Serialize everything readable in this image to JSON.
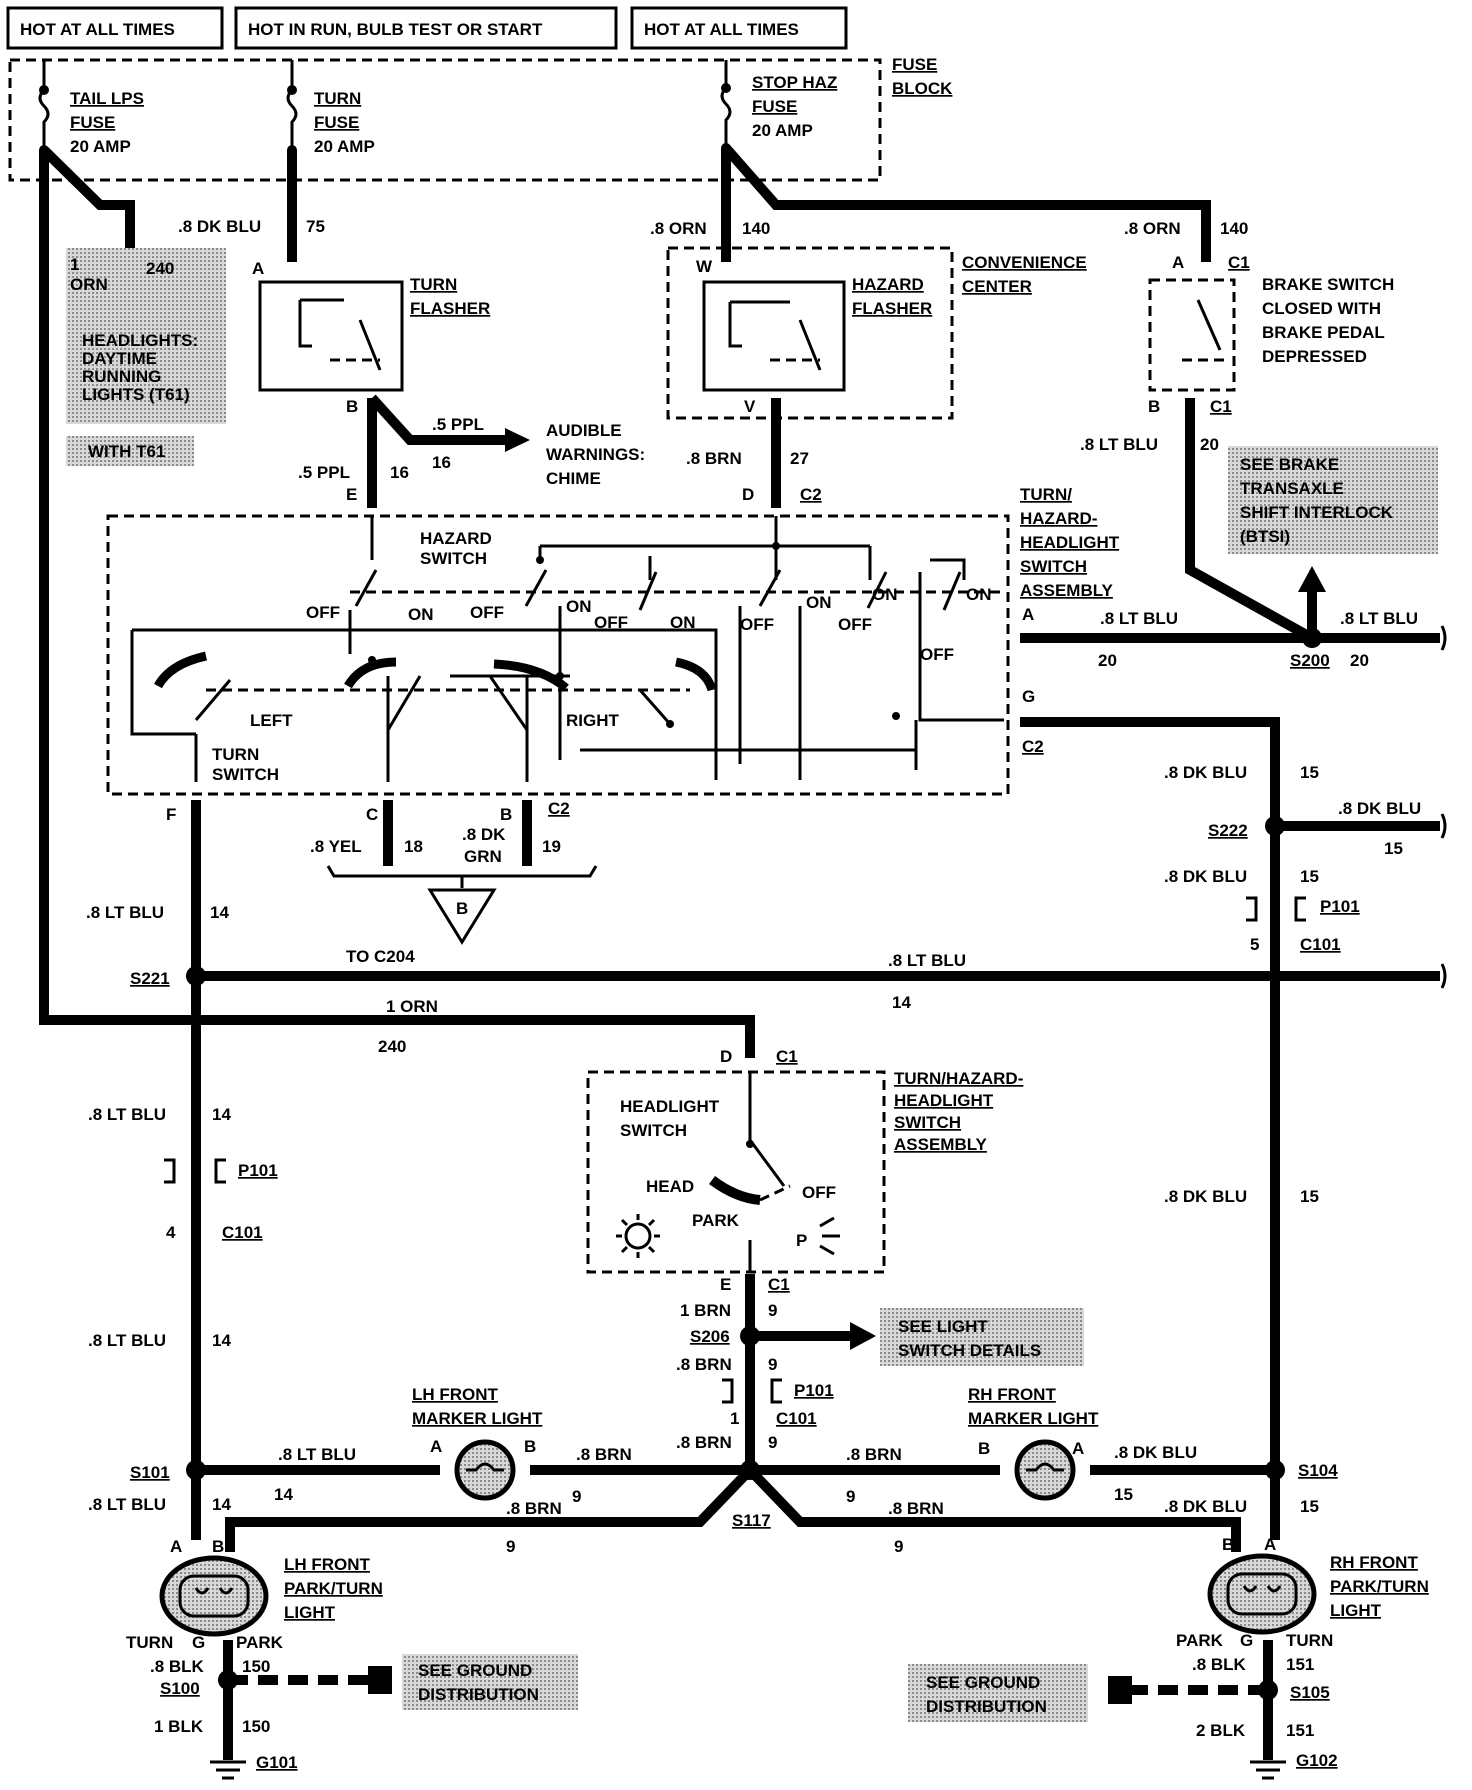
{
  "headers": [
    "HOT AT ALL TIMES",
    "HOT IN RUN, BULB TEST OR START",
    "HOT AT ALL TIMES"
  ],
  "fuse_block": {
    "label": [
      "FUSE",
      "BLOCK"
    ],
    "fuses": [
      {
        "name": "TAIL LPS",
        "line2": "FUSE",
        "line3": "20 AMP"
      },
      {
        "name": "TURN",
        "line2": "FUSE",
        "line3": "20 AMP"
      },
      {
        "name": "STOP HAZ",
        "line2": "FUSE",
        "line3": "20 AMP"
      }
    ]
  },
  "wires": {
    "w75": {
      "color": ".8 DK BLU",
      "circuit": "75"
    },
    "w140a": {
      "color": ".8 ORN",
      "circuit": "140"
    },
    "w140b": {
      "color": ".8 ORN",
      "circuit": "140"
    },
    "w240": {
      "gauge": "1",
      "color": "ORN",
      "circuit": "240"
    },
    "w16a": {
      "color": ".5 PPL",
      "circuit": "16"
    },
    "w16b": {
      "color": ".5 PPL",
      "circuit": "16"
    },
    "w27": {
      "color": ".8 BRN",
      "circuit": "27"
    },
    "w20a": {
      "color": ".8 LT BLU",
      "circuit": "20"
    },
    "w20b": {
      "color": ".8 LT BLU",
      "circuit": "20"
    },
    "w20c": {
      "color": ".8 LT BLU",
      "circuit": "20"
    },
    "w15a": {
      "color": ".8 DK BLU",
      "circuit": "15"
    },
    "w15b": {
      "color": ".8 DK BLU",
      "circuit": "15"
    },
    "w15c": {
      "color": ".8 DK BLU",
      "circuit": "15"
    },
    "w15d": {
      "color": ".8 DK BLU",
      "circuit": "15"
    },
    "w15e": {
      "color": ".8 DK BLU",
      "circuit": "15"
    },
    "w15f": {
      "color": ".8 DK BLU",
      "circuit": "15"
    },
    "w15g": {
      "color": ".8 DK BLU",
      "circuit": "15"
    },
    "w18": {
      "color": ".8 YEL",
      "circuit": "18"
    },
    "w19": {
      "color1": ".8 DK",
      "color2": "GRN",
      "circuit": "19"
    },
    "w14a": {
      "color": ".8 LT BLU",
      "circuit": "14"
    },
    "w14b": {
      "color": ".8 LT BLU",
      "circuit": "14"
    },
    "w14c": {
      "color": ".8 LT BLU",
      "circuit": "14"
    },
    "w14d": {
      "color": ".8 LT BLU",
      "circuit": "14"
    },
    "w14e": {
      "color": ".8 LT BLU",
      "circuit": "14"
    },
    "w14f": {
      "color": ".8 LT BLU",
      "circuit": "14"
    },
    "w240b": {
      "color": "1 ORN",
      "circuit": "240"
    },
    "w9a": {
      "color": "1 BRN",
      "circuit": "9"
    },
    "w9b": {
      "color": ".8 BRN",
      "circuit": "9"
    },
    "w9c": {
      "color": ".8 BRN",
      "circuit": "9"
    },
    "w9d": {
      "color": ".8 BRN",
      "circuit": "9"
    },
    "w9e": {
      "color": ".8 BRN",
      "circuit": "9"
    },
    "w9f": {
      "color": ".8 BRN",
      "circuit": "9"
    },
    "w9g": {
      "color": ".8 BRN",
      "circuit": "9"
    },
    "w150a": {
      "color": ".8 BLK",
      "circuit": "150"
    },
    "w150b": {
      "color": "1 BLK",
      "circuit": "150"
    },
    "w151a": {
      "color": ".8 BLK",
      "circuit": "151"
    },
    "w151b": {
      "color": "2 BLK",
      "circuit": "151"
    }
  },
  "components": {
    "headlights_note": [
      "HEADLIGHTS:",
      "DAYTIME",
      "RUNNING",
      "LIGHTS (T61)"
    ],
    "with_t61": "WITH T61",
    "turn_flasher": [
      "TURN",
      "FLASHER"
    ],
    "hazard_flasher": [
      "HAZARD",
      "FLASHER"
    ],
    "convenience_center": [
      "CONVENIENCE",
      "CENTER"
    ],
    "brake_switch": [
      "BRAKE SWITCH",
      "CLOSED WITH",
      "BRAKE PEDAL",
      "DEPRESSED"
    ],
    "audible": [
      "AUDIBLE",
      "WARNINGS:",
      "CHIME"
    ],
    "see_btsi": [
      "SEE BRAKE",
      "TRANSAXLE",
      "SHIFT INTERLOCK",
      "(BTSI)"
    ],
    "switch_assembly": [
      "TURN/",
      "HAZARD-",
      "HEADLIGHT",
      "SWITCH",
      "ASSEMBLY"
    ],
    "hazard_switch": [
      "HAZARD",
      "SWITCH"
    ],
    "turn_switch": [
      "TURN",
      "SWITCH"
    ],
    "left": "LEFT",
    "right": "RIGHT",
    "off": "OFF",
    "on": "ON",
    "to_c204": "TO C204",
    "headlight_switch": [
      "HEADLIGHT",
      "SWITCH"
    ],
    "head": "HEAD",
    "park": "PARK",
    "p_symbol": "P",
    "headlight_assembly": [
      "TURN/HAZARD-",
      "HEADLIGHT",
      "SWITCH",
      "ASSEMBLY"
    ],
    "see_light_switch": [
      "SEE LIGHT",
      "SWITCH DETAILS"
    ],
    "lh_marker": [
      "LH FRONT",
      "MARKER LIGHT"
    ],
    "rh_marker": [
      "RH FRONT",
      "MARKER LIGHT"
    ],
    "lh_park": [
      "LH FRONT",
      "PARK/TURN",
      "LIGHT"
    ],
    "rh_park": [
      "RH FRONT",
      "PARK/TURN",
      "LIGHT"
    ],
    "see_ground": [
      "SEE GROUND",
      "DISTRIBUTION"
    ],
    "turn": "TURN",
    "g": "G",
    "b_ref": "B"
  },
  "connectors": {
    "A": "A",
    "B": "B",
    "C": "C",
    "D": "D",
    "E": "E",
    "F": "F",
    "G": "G",
    "V": "V",
    "W": "W",
    "C1": "C1",
    "C2": "C2",
    "C101": "C101",
    "P101": "P101",
    "pin1": "1",
    "pin4": "4",
    "pin5": "5"
  },
  "splices": [
    "S200",
    "S222",
    "S221",
    "S206",
    "S101",
    "S104",
    "S117",
    "S100",
    "S105"
  ],
  "grounds": [
    "G101",
    "G102"
  ]
}
